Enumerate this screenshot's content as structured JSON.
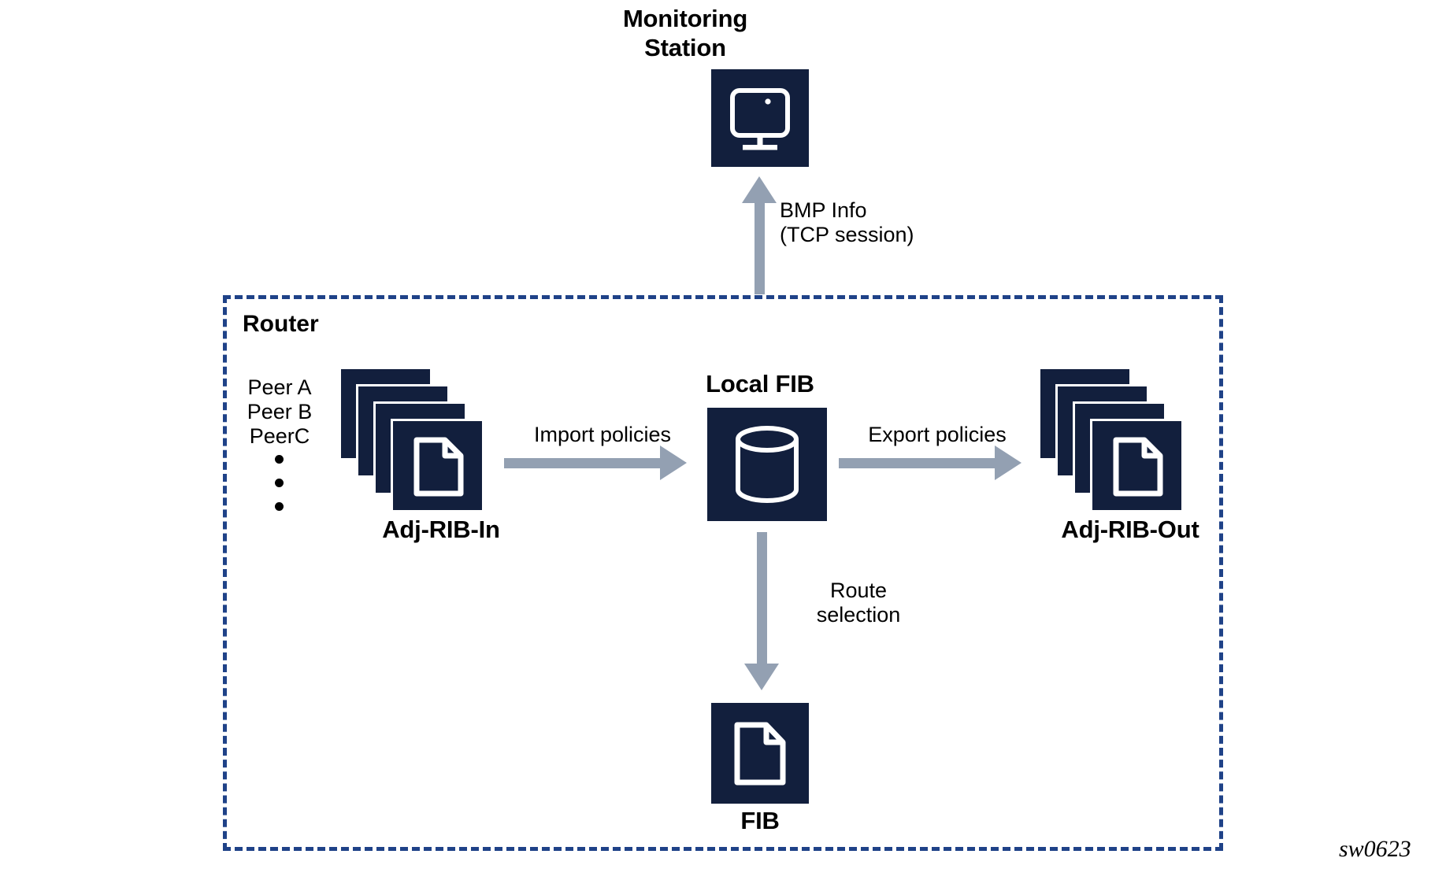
{
  "diagram": {
    "watermark": "sw0623",
    "colors": {
      "icon_fill": "#121f3d",
      "icon_stroke": "#ffffff",
      "arrow": "#93a0b2",
      "router_border": "#1f4288",
      "text": "#000000",
      "background": "#ffffff"
    },
    "monitoring_station": {
      "title_line1": "Monitoring",
      "title_line2": "Station",
      "icon": "monitor-icon"
    },
    "bmp_link": {
      "label_line1": "BMP Info",
      "label_line2": "(TCP session)",
      "direction": "up",
      "icon": "arrow-up-icon"
    },
    "router": {
      "label": "Router",
      "peers": {
        "items": [
          "Peer A",
          "Peer B",
          "PeerC"
        ],
        "ellipsis_dots": 3
      },
      "adj_rib_in": {
        "label": "Adj-RIB-In",
        "icon": "document-stack-icon",
        "sheet_count": 4
      },
      "import_link": {
        "label": "Import policies",
        "direction": "right",
        "icon": "arrow-right-icon"
      },
      "local_fib": {
        "label": "Local FIB",
        "icon": "database-cylinder-icon"
      },
      "export_link": {
        "label": "Export policies",
        "direction": "right",
        "icon": "arrow-right-icon"
      },
      "adj_rib_out": {
        "label": "Adj-RIB-Out",
        "icon": "document-stack-icon",
        "sheet_count": 4
      },
      "route_selection_link": {
        "label_line1": "Route",
        "label_line2": "selection",
        "direction": "down",
        "icon": "arrow-down-icon"
      },
      "fib": {
        "label": "FIB",
        "icon": "document-icon"
      }
    }
  }
}
